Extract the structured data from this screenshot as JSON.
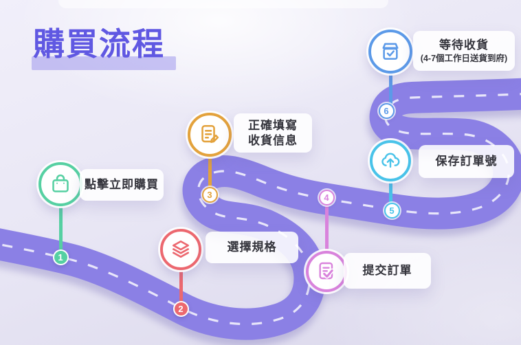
{
  "title": {
    "text": "購買流程"
  },
  "road": {
    "color": "#8b80e5",
    "dash_color": "#ffffff"
  },
  "steps": [
    {
      "num": "1",
      "label": "點擊立即購買",
      "color": "#56d0a2",
      "icon": "shopping-bag"
    },
    {
      "num": "2",
      "label": "選擇規格",
      "color": "#ec686f",
      "icon": "layers"
    },
    {
      "num": "3",
      "lines": [
        "正確填寫",
        "收貨信息"
      ],
      "color": "#e3a23c",
      "icon": "document-edit"
    },
    {
      "num": "4",
      "label": "提交訂單",
      "color": "#d983dc",
      "icon": "document-check"
    },
    {
      "num": "5",
      "label": "保存訂單號",
      "color": "#49c3e9",
      "icon": "cloud-upload"
    },
    {
      "num": "6",
      "label": "等待收貨",
      "sub": "(4-7個工作日送貨到府)",
      "color": "#5c9ae8",
      "icon": "package-check"
    }
  ]
}
